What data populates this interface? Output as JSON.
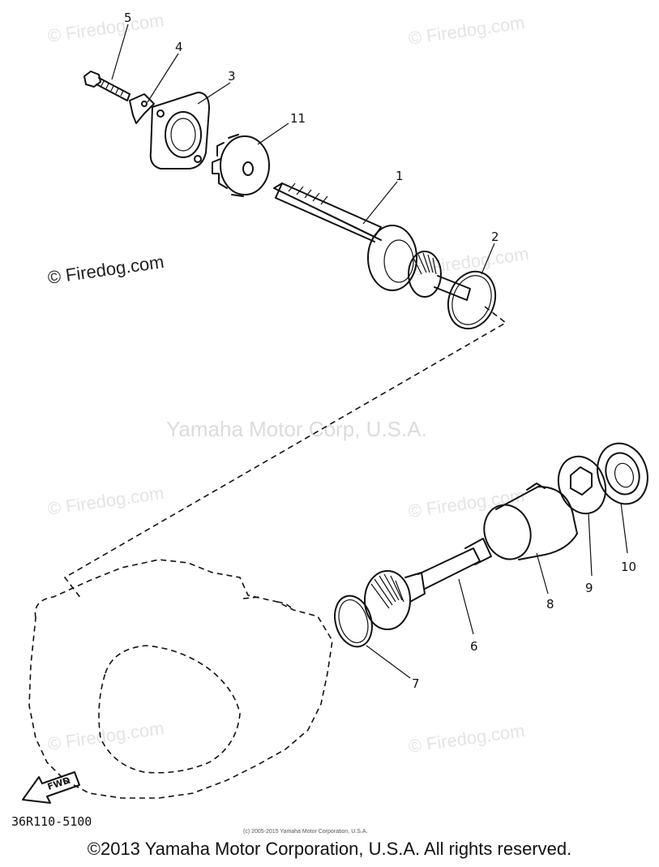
{
  "diagram": {
    "part_code": "36R110-5100",
    "fwd_label": "FWD",
    "callouts": [
      "1",
      "2",
      "3",
      "4",
      "5",
      "6",
      "7",
      "8",
      "9",
      "10",
      "11"
    ],
    "watermark_small": "© Firedog.com",
    "watermark_center": "Yamaha Motor Corp, U.S.A.",
    "small_notice": "(c) 2005-2015 Yamaha Motor Corporation, U.S.A."
  },
  "footer": {
    "copyright": "©2013 Yamaha Motor Corporation, U.S.A. All rights reserved."
  }
}
